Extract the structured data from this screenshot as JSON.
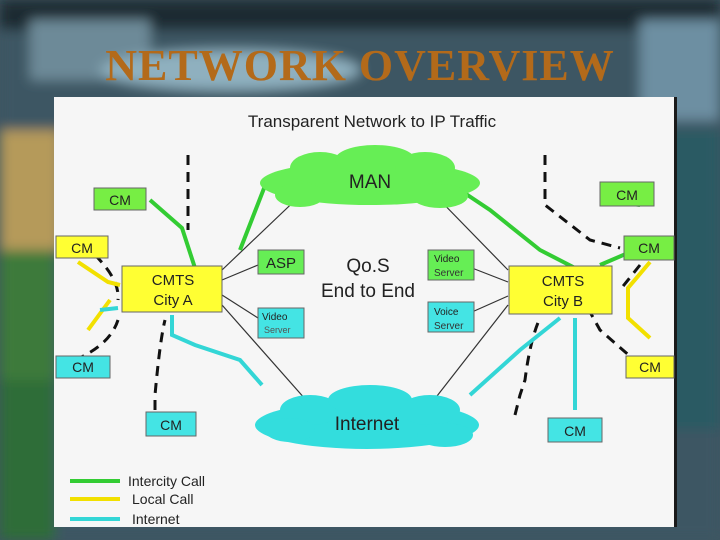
{
  "slide_title": "NETWORK OVERVIEW",
  "colors": {
    "title": "#b36a1a",
    "intercity_line": "#33cc33",
    "local_line": "#f2e000",
    "internet_line": "#33d6d6",
    "cm_box": "#77ee44",
    "cm_box_blue": "#44e4e4",
    "cmts_box": "#ffff33",
    "man_cloud": "#66ee55",
    "internet_cloud": "#33dddd"
  },
  "diagram": {
    "title": "Transparent Network to IP Traffic",
    "clouds": {
      "man": "MAN",
      "internet": "Internet"
    },
    "center_label": [
      "Qo.S",
      "End to End"
    ],
    "cmts": [
      {
        "line1": "CMTS",
        "line2": "City A"
      },
      {
        "line1": "CMTS",
        "line2": "City B"
      }
    ],
    "servers": {
      "asp": "ASP",
      "video_left": [
        "Video",
        "Server"
      ],
      "video_right": [
        "Video",
        "Server"
      ],
      "voice_right": [
        "Voice",
        "Server"
      ]
    },
    "cm_label": "CM",
    "legend": [
      {
        "label": "Intercity Call",
        "color_key": "intercity_line"
      },
      {
        "label": "Local Call",
        "color_key": "local_line"
      },
      {
        "label": "Internet",
        "color_key": "internet_line"
      }
    ]
  }
}
